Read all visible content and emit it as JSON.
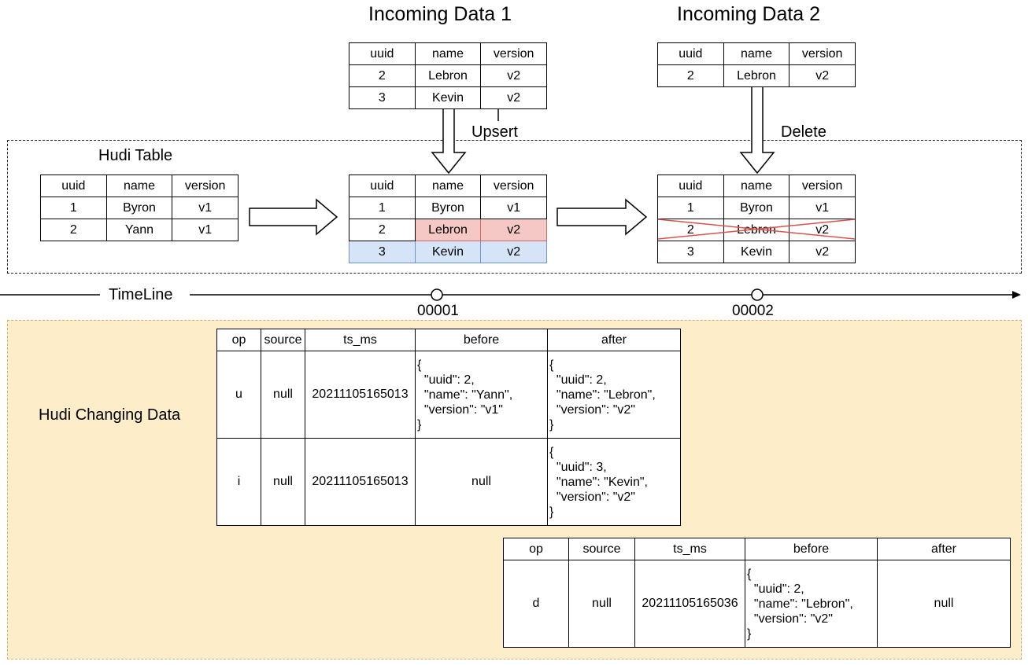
{
  "titles": {
    "incoming1": "Incoming Data 1",
    "incoming2": "Incoming Data 2",
    "hudi_table": "Hudi Table",
    "upsert": "Upsert",
    "delete": "Delete",
    "timeline": "TimeLine",
    "commit1": "00001",
    "commit2": "00002",
    "changing": "Hudi Changing Data"
  },
  "headers": [
    "uuid",
    "name",
    "version"
  ],
  "incoming1": [
    [
      "2",
      "Lebron",
      "v2"
    ],
    [
      "3",
      "Kevin",
      "v2"
    ]
  ],
  "incoming2": [
    [
      "2",
      "Lebron",
      "v2"
    ]
  ],
  "hudi_initial": [
    [
      "1",
      "Byron",
      "v1"
    ],
    [
      "2",
      "Yann",
      "v1"
    ]
  ],
  "after_upsert": [
    [
      "1",
      "Byron",
      "v1"
    ],
    [
      "2",
      "Lebron",
      "v2"
    ],
    [
      "3",
      "Kevin",
      "v2"
    ]
  ],
  "after_delete": [
    [
      "1",
      "Byron",
      "v1"
    ],
    [
      "2",
      "Lebron",
      "v2"
    ],
    [
      "3",
      "Kevin",
      "v2"
    ]
  ],
  "colors": {
    "updated": "#f5c8c6",
    "inserted": "#d6e4f8",
    "deleted_cross": "#d9534f",
    "changing_bg": "#fdedc8"
  },
  "cdc_headers": [
    "op",
    "source",
    "ts_ms",
    "before",
    "after"
  ],
  "cdc1": [
    {
      "op": "u",
      "source": "null",
      "ts_ms": "20211105165013",
      "before": "{\n  \"uuid\": 2,\n  \"name\": \"Yann\",\n  \"version\": \"v1\"\n}",
      "after": "{\n  \"uuid\": 2,\n  \"name\": \"Lebron\",\n  \"version\": \"v2\"\n}"
    },
    {
      "op": "i",
      "source": "null",
      "ts_ms": "20211105165013",
      "before": "null",
      "after": "{\n  \"uuid\": 3,\n  \"name\": \"Kevin\",\n  \"version\": \"v2\"\n}"
    }
  ],
  "cdc2": [
    {
      "op": "d",
      "source": "null",
      "ts_ms": "20211105165036",
      "before": "{\n  \"uuid\": 2,\n  \"name\": \"Lebron\",\n  \"version\": \"v2\"\n}",
      "after": "null"
    }
  ]
}
